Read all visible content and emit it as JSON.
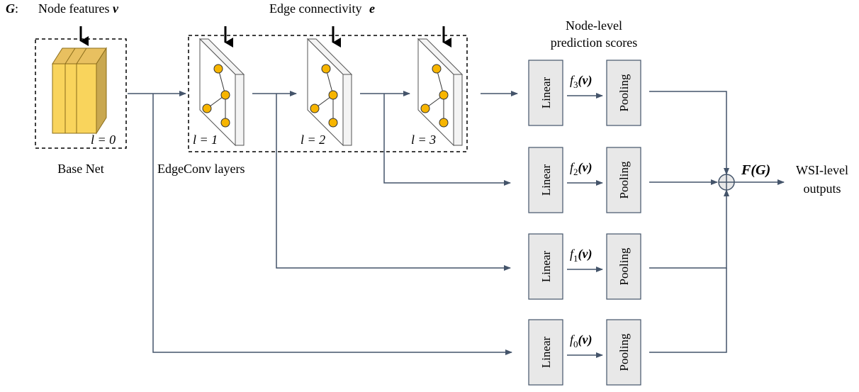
{
  "graph": {
    "symbol": "G",
    "colon": ":"
  },
  "inputs": {
    "node_features_label": "Node features",
    "node_features_symbol": "v",
    "edge_connectivity_label": "Edge connectivity",
    "edge_connectivity_symbol": "e"
  },
  "base_net": {
    "label": "Base Net",
    "layer_index": "l = 0"
  },
  "edgeconv": {
    "label": "EdgeConv layers",
    "layers": [
      "l = 1",
      "l = 2",
      "l = 3"
    ]
  },
  "scores_header": {
    "line1": "Node-level",
    "line2": "prediction scores"
  },
  "branches": [
    {
      "linear": "Linear",
      "func_name": "f",
      "func_sub": "3",
      "func_arg": "(v)",
      "pooling": "Pooling"
    },
    {
      "linear": "Linear",
      "func_name": "f",
      "func_sub": "2",
      "func_arg": "(v)",
      "pooling": "Pooling"
    },
    {
      "linear": "Linear",
      "func_name": "f",
      "func_sub": "1",
      "func_arg": "(v)",
      "pooling": "Pooling"
    },
    {
      "linear": "Linear",
      "func_name": "f",
      "func_sub": "0",
      "func_arg": "(v)",
      "pooling": "Pooling"
    }
  ],
  "output": {
    "func": "F(G)",
    "label_line1": "WSI-level",
    "label_line2": "outputs"
  },
  "colors": {
    "arrow": "#44546a",
    "box_fill": "#e8e8e8",
    "box_stroke": "#44546a",
    "node_fill": "#f7b500",
    "base_fill": "#f9d45c",
    "base_side": "#c9a850"
  }
}
